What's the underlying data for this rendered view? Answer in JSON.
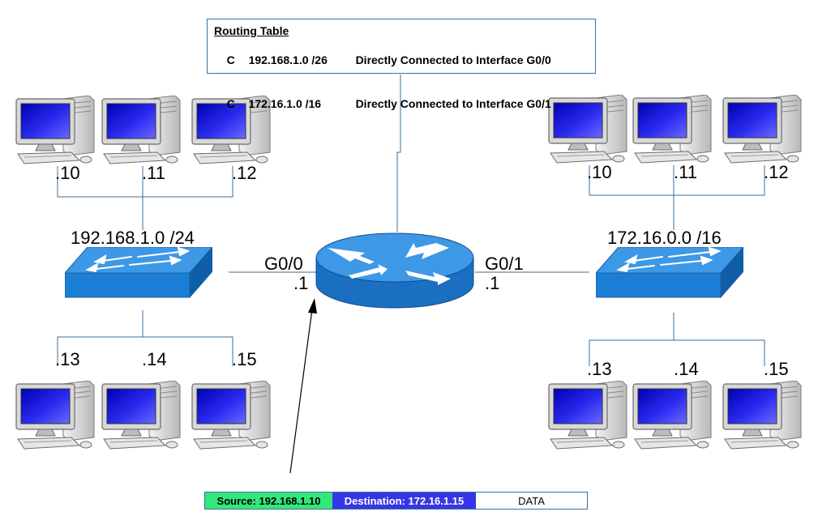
{
  "routing_table": {
    "title": "Routing Table",
    "rows": [
      {
        "code": "C",
        "network": "192.168.1.0 /26",
        "description": "Directly Connected to Interface G0/0"
      },
      {
        "code": "C",
        "network": "172.16.1.0 /16",
        "description": "Directly Connected to Interface G0/1"
      }
    ]
  },
  "left_network": {
    "label": "192.168.1.0 /24",
    "hosts_top": [
      ".10",
      ".11",
      ".12"
    ],
    "hosts_bottom": [
      ".13",
      ".14",
      ".15"
    ]
  },
  "right_network": {
    "label": "172.16.0.0 /16",
    "hosts_top": [
      ".10",
      ".11",
      ".12"
    ],
    "hosts_bottom": [
      ".13",
      ".14",
      ".15"
    ]
  },
  "router": {
    "left_port": "G0/0",
    "left_ip": ".1",
    "right_port": "G0/1",
    "right_ip": ".1"
  },
  "packet": {
    "source": "Source: 192.168.1.10",
    "destination": "Destination: 172.16.1.15",
    "data": "DATA"
  },
  "colors": {
    "device_blue": "#1a7fd4",
    "line": "#3a6f9a",
    "screen": "#1414d8",
    "source_green": "#33e87a",
    "dest_blue": "#3636e6"
  }
}
